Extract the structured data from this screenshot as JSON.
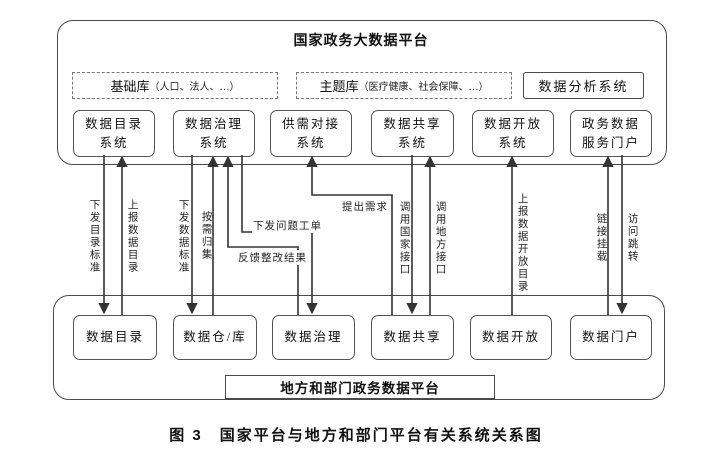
{
  "figure": {
    "caption": "图 3　国家平台与地方和部门平台有关系统关系图"
  },
  "top_platform": {
    "title": "国家政务大数据平台",
    "base_library": {
      "label": "基础库",
      "detail": "（人口、法人、…）"
    },
    "theme_library": {
      "label": "主题库",
      "detail": "（医疗健康、社会保障、…）"
    },
    "analysis_system": "数据分析系统",
    "systems": [
      "数据目录\n系统",
      "数据治理\n系统",
      "供需对接\n系统",
      "数据共享\n系统",
      "数据开放\n系统",
      "政务数据\n服务门户"
    ]
  },
  "bottom_platform": {
    "title": "地方和部门政务数据平台",
    "systems": [
      "数据目录",
      "数据仓/库",
      "数据治理",
      "数据共享",
      "数据开放",
      "数据门户"
    ]
  },
  "connectors": [
    {
      "label": "下发目录标准",
      "from": "数据目录系统",
      "to": "数据目录",
      "direction": "down"
    },
    {
      "label": "上报数据目录",
      "from": "数据目录",
      "to": "数据目录系统",
      "direction": "up"
    },
    {
      "label": "下发数据标准",
      "from": "数据治理系统",
      "to": "数据仓/库",
      "direction": "down"
    },
    {
      "label": "按需归集",
      "from": "数据仓/库",
      "to": "数据治理系统",
      "direction": "up"
    },
    {
      "label": "下发问题工单",
      "from": "数据治理系统",
      "to": "数据治理",
      "direction": "down"
    },
    {
      "label": "反馈整改结果",
      "from": "数据治理",
      "to": "数据治理系统",
      "direction": "up"
    },
    {
      "label": "提出需求",
      "from": "数据共享",
      "to": "供需对接系统",
      "direction": "up"
    },
    {
      "label": "调用国家接口",
      "from": "数据共享系统",
      "to": "数据共享",
      "direction": "down"
    },
    {
      "label": "调用地方接口",
      "from": "数据共享",
      "to": "数据共享系统",
      "direction": "up"
    },
    {
      "label": "上报数据开放目录",
      "from": "数据开放",
      "to": "数据开放系统",
      "direction": "up"
    },
    {
      "label": "链接挂载",
      "from": "数据门户",
      "to": "政务数据服务门户",
      "direction": "up"
    },
    {
      "label": "访问跳转",
      "from": "政务数据服务门户",
      "to": "数据门户",
      "direction": "down"
    }
  ],
  "colors": {
    "line": "#333333",
    "border": "#4a4a4a",
    "text": "#111111",
    "background": "#ffffff"
  }
}
